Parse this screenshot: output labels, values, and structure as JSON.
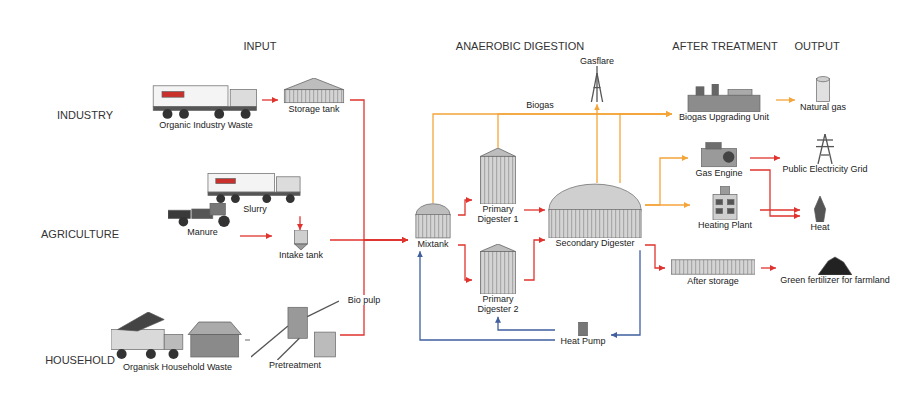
{
  "diagram": {
    "nodes": [
      {
        "text": [
          "Organic Industry Waste"
        ]
      },
      {
        "text": [
          "Storage tank"
        ]
      },
      {
        "text": [
          "Slurry"
        ]
      },
      {
        "text": [
          "Manure"
        ]
      },
      {
        "text": [
          "Intake tank"
        ]
      },
      {
        "text": [
          "Organisk Household Waste"
        ]
      },
      {
        "text": [
          "Pretreatment"
        ]
      },
      {
        "text": [
          "Mixtank"
        ]
      },
      {
        "text": [
          "Primary Digester 1"
        ]
      },
      {
        "text": [
          "Primary Digester 2"
        ]
      },
      {
        "text": [
          "Secondary Digester"
        ]
      },
      {
        "text": [
          "Gasflare"
        ]
      },
      {
        "text": [
          "Biogas Upgrading Unit"
        ]
      },
      {
        "text": [
          "Natural gas"
        ]
      },
      {
        "text": [
          "Gas Engine"
        ]
      },
      {
        "text": [
          "Public Electricity Grid"
        ]
      },
      {
        "text": [
          "Heating Plant"
        ]
      },
      {
        "text": [
          "Heat"
        ]
      },
      {
        "text": [
          "After storage"
        ]
      },
      {
        "text": [
          "Green fertilizer for farmland"
        ]
      },
      {
        "text": [
          "Heat Pump"
        ]
      }
    ],
    "edges": [
      {
        "from": 0,
        "to": 1,
        "arrow": "to"
      },
      {
        "from": 1,
        "to": 7,
        "arrow": "to"
      },
      {
        "from": 2,
        "to": 4,
        "arrow": "to"
      },
      {
        "from": 3,
        "to": 4,
        "arrow": "to"
      },
      {
        "from": 4,
        "to": 7,
        "arrow": "to"
      },
      {
        "from": 5,
        "to": 6,
        "arrow": "none"
      },
      {
        "from": 6,
        "to": 7,
        "label": "Bio pulp",
        "arrow": "to"
      },
      {
        "from": 7,
        "to": 8,
        "arrow": "to"
      },
      {
        "from": 7,
        "to": 9,
        "arrow": "to"
      },
      {
        "from": 8,
        "to": 10,
        "arrow": "to"
      },
      {
        "from": 9,
        "to": 10,
        "arrow": "to"
      },
      {
        "from": 7,
        "to": 12,
        "label": "Biogas",
        "arrow": "to"
      },
      {
        "from": 8,
        "to": 12,
        "arrow": "to"
      },
      {
        "from": 10,
        "to": 11,
        "arrow": "to"
      },
      {
        "from": 10,
        "to": 12,
        "arrow": "to"
      },
      {
        "from": 10,
        "to": 14,
        "arrow": "to"
      },
      {
        "from": 10,
        "to": 16,
        "arrow": "to"
      },
      {
        "from": 12,
        "to": 13,
        "arrow": "to"
      },
      {
        "from": 14,
        "to": 15,
        "arrow": "to"
      },
      {
        "from": 16,
        "to": 17,
        "arrow": "to"
      },
      {
        "from": 14,
        "to": 17,
        "arrow": "to"
      },
      {
        "from": 10,
        "to": 18,
        "arrow": "to"
      },
      {
        "from": 18,
        "to": 19,
        "arrow": "to"
      },
      {
        "from": 10,
        "to": 20,
        "arrow": "to"
      },
      {
        "from": 20,
        "to": 7,
        "arrow": "to"
      },
      {
        "from": 20,
        "to": 9,
        "arrow": "to"
      }
    ],
    "labels": [
      "INPUT",
      "ANAEROBIC DIGESTION",
      "AFTER TREATMENT",
      "OUTPUT",
      "INDUSTRY",
      "AGRICULTURE",
      "HOUSEHOLD"
    ]
  }
}
